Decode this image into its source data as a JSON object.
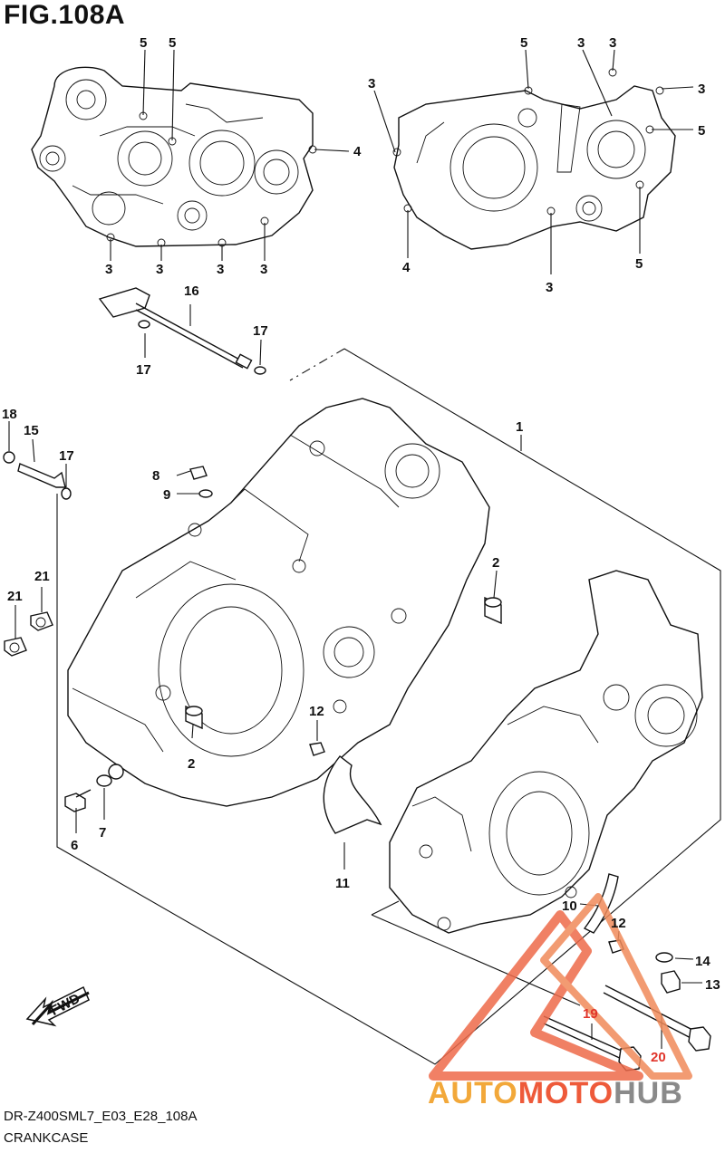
{
  "figure": {
    "title": "FIG.108A",
    "code": "DR-Z400SML7_E03_E28_108A",
    "name": "CRANKCASE"
  },
  "watermark": {
    "part1": "AUTO",
    "part2": "MOTO",
    "part3": "HUB",
    "colors": {
      "auto": "#f2a83a",
      "moto": "#ee5a3a",
      "hub": "#8a8a8a"
    }
  },
  "fwd_label": "FWD",
  "callouts": {
    "c1": "1",
    "c2a": "2",
    "c2b": "2",
    "c3a": "3",
    "c3b": "3",
    "c3c": "3",
    "c3d": "3",
    "c3e": "3",
    "c3f": "3",
    "c3g": "3",
    "c3h": "3",
    "c3i": "3",
    "c4a": "4",
    "c4b": "4",
    "c5a": "5",
    "c5b": "5",
    "c5c": "5",
    "c5d": "5",
    "c5e": "5",
    "c6": "6",
    "c7": "7",
    "c8": "8",
    "c9": "9",
    "c10": "10",
    "c11": "11",
    "c12a": "12",
    "c12b": "12",
    "c13": "13",
    "c14": "14",
    "c15": "15",
    "c16": "16",
    "c17a": "17",
    "c17b": "17",
    "c17c": "17",
    "c18": "18",
    "c19": "19",
    "c20": "20",
    "c21a": "21",
    "c21b": "21"
  }
}
